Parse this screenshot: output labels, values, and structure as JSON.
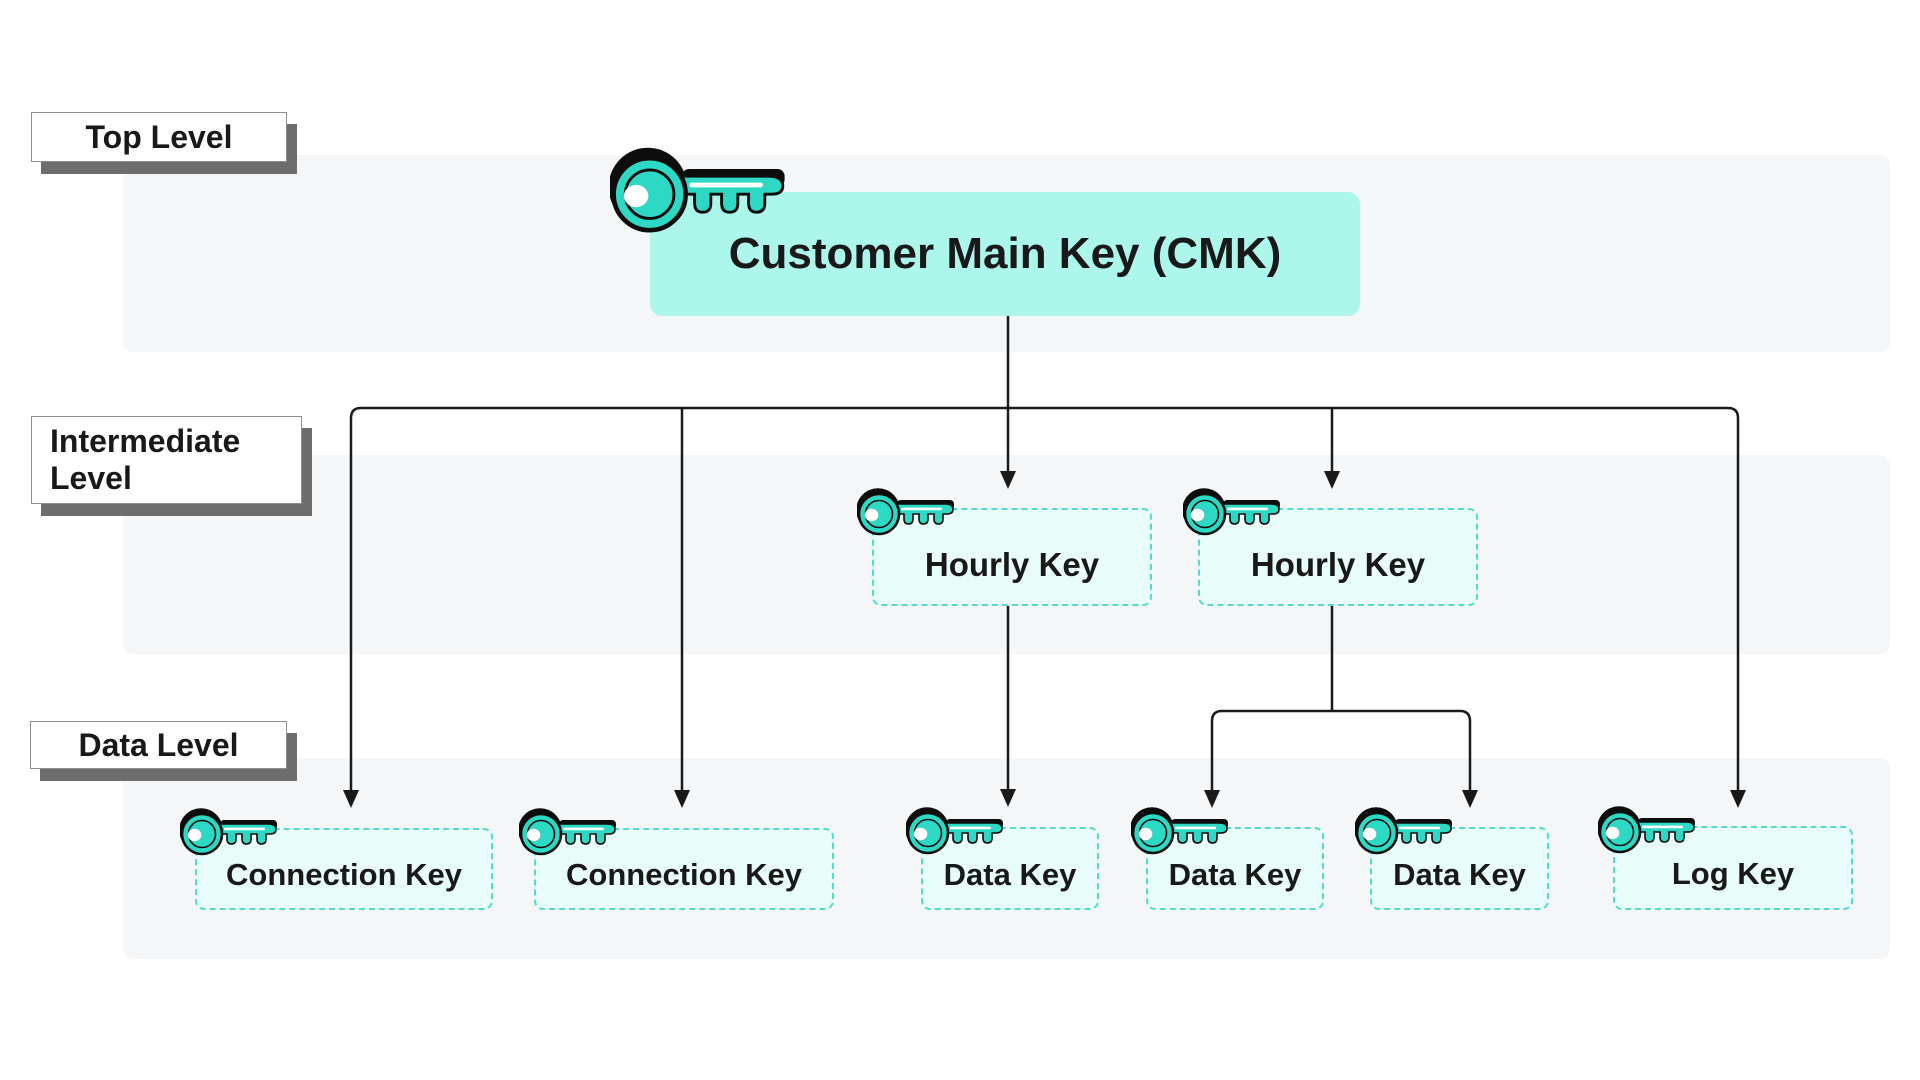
{
  "colors": {
    "accent_teal": "#2dd9c4",
    "cmk_box_fill": "#acf6ec",
    "dashed_box_fill": "#e8fcf9",
    "dashed_border": "#55dbca",
    "band_fill": "#f4f6f8",
    "connector_line": "#1a1a1a",
    "label_shadow": "#6d6d6d",
    "text": "#191919"
  },
  "levels": {
    "top": {
      "label": "Top Level"
    },
    "intermediate": {
      "label_line1": "Intermediate",
      "label_line2": "Level"
    },
    "data": {
      "label": "Data Level"
    }
  },
  "nodes": {
    "cmk": {
      "label": "Customer Main Key (CMK)"
    },
    "hourly_1": {
      "label": "Hourly Key"
    },
    "hourly_2": {
      "label": "Hourly Key"
    },
    "connection_1": {
      "label": "Connection Key"
    },
    "connection_2": {
      "label": "Connection Key"
    },
    "data_1": {
      "label": "Data Key"
    },
    "data_2": {
      "label": "Data Key"
    },
    "data_3": {
      "label": "Data Key"
    },
    "log": {
      "label": "Log Key"
    }
  }
}
